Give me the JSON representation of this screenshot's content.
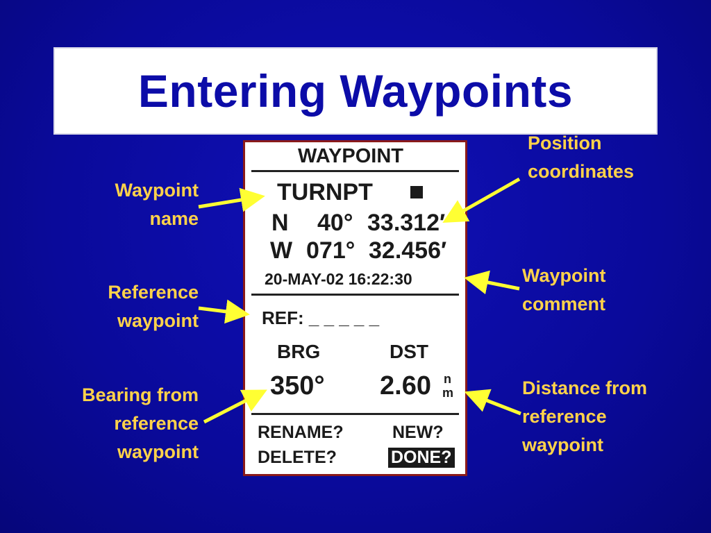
{
  "title": "Entering Waypoints",
  "device": {
    "header": "WAYPOINT",
    "name": "TURNPT",
    "lat_hemi": "N",
    "lat_deg": "40°",
    "lat_min": "33.312′",
    "lon_hemi": "W",
    "lon_deg": "071°",
    "lon_min": "32.456′",
    "comment": "20-MAY-02 16:22:30",
    "ref": "REF: _ _ _ _ _",
    "brg_label": "BRG",
    "dst_label": "DST",
    "brg_value": "350°",
    "dst_value": "2.60",
    "dst_unit_top": "n",
    "dst_unit_bottom": "m",
    "rename": "RENAME?",
    "new": "NEW?",
    "delete": "DELETE?",
    "done": "DONE?"
  },
  "labels": {
    "waypoint_name": "Waypoint\nname",
    "reference_waypoint": "Reference\nwaypoint",
    "bearing": "Bearing from\nreference\nwaypoint",
    "position": "Position\ncoordinates",
    "comment": "Waypoint\ncomment",
    "distance": "Distance from\nreference\nwaypoint"
  },
  "colors": {
    "background": "#0a0a9a",
    "title_text": "#0c0ca8",
    "label_text": "#ffd24a",
    "arrow": "#ffff33",
    "device_border": "#8a1a1a"
  }
}
